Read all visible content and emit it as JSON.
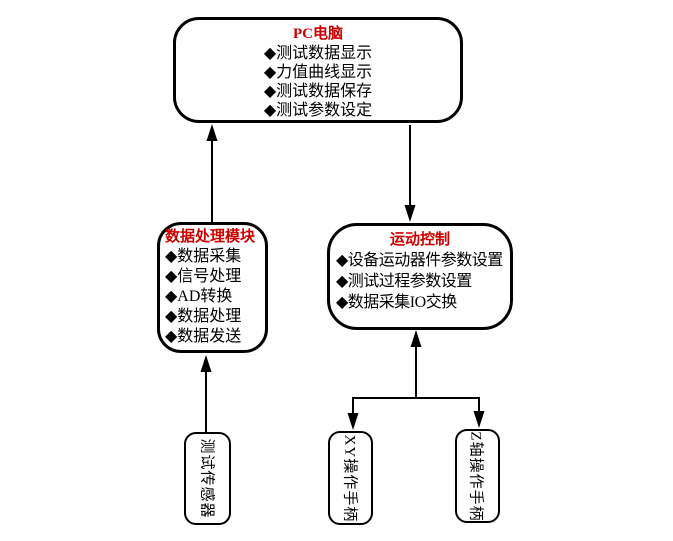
{
  "diagram": {
    "colors": {
      "title_red": "#cc0000",
      "line_black": "#000000",
      "background": "#ffffff"
    },
    "nodes": {
      "pc": {
        "title": "PC电脑",
        "items": [
          "◆测试数据显示",
          "◆力值曲线显示",
          "◆测试数据保存",
          "◆测试参数设定"
        ]
      },
      "data_processing": {
        "title": "数据处理模块",
        "items": [
          "◆数据采集",
          "◆信号处理",
          "◆AD转换",
          "◆数据处理",
          "◆数据发送"
        ]
      },
      "motion_control": {
        "title": "运动控制",
        "items": [
          "◆设备运动器件参数设置",
          "◆测试过程参数设置",
          "◆数据采集IO交换"
        ]
      },
      "test_sensor": {
        "label": "测试传感器"
      },
      "xy_handle": {
        "label": "XY操作手柄"
      },
      "z_handle": {
        "label": "Z轴操作手柄"
      }
    },
    "edges": [
      "data_processing -> pc (arrow up)",
      "pc -> motion_control (arrow down)",
      "test_sensor -> data_processing (arrow up)",
      "branch -> motion_control (arrow up)",
      "branch -> xy_handle (arrow down)",
      "branch -> z_handle (arrow down)"
    ]
  }
}
